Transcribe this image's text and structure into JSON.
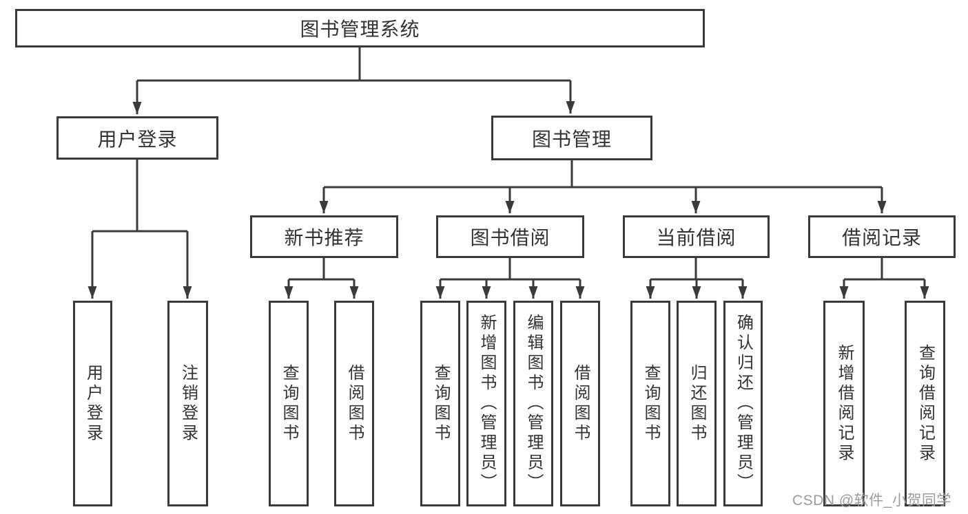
{
  "diagram": {
    "title": "图书管理系统",
    "colors": {
      "line": "#3a3a3a",
      "text": "#333333",
      "box_bg": "#ffffff",
      "watermark": "#9c9c9c"
    },
    "watermark": "CSDN @软件_小贺同学",
    "tree": {
      "root": {
        "label": "图书管理系统",
        "children": [
          {
            "label": "用户登录",
            "children": [
              {
                "label": "用户登录"
              },
              {
                "label": "注销登录"
              }
            ]
          },
          {
            "label": "图书管理",
            "children": [
              {
                "label": "新书推荐",
                "children": [
                  {
                    "label": "查询图书"
                  },
                  {
                    "label": "借阅图书"
                  }
                ]
              },
              {
                "label": "图书借阅",
                "children": [
                  {
                    "label": "查询图书"
                  },
                  {
                    "label": "新增图书（管理员）"
                  },
                  {
                    "label": "编辑图书（管理员）"
                  },
                  {
                    "label": "借阅图书"
                  }
                ]
              },
              {
                "label": "当前借阅",
                "children": [
                  {
                    "label": "查询图书"
                  },
                  {
                    "label": "归还图书"
                  },
                  {
                    "label": "确认归还（管理员）"
                  }
                ]
              },
              {
                "label": "借阅记录",
                "children": [
                  {
                    "label": "新增借阅记录"
                  },
                  {
                    "label": "查询借阅记录"
                  }
                ]
              }
            ]
          }
        ]
      }
    }
  }
}
